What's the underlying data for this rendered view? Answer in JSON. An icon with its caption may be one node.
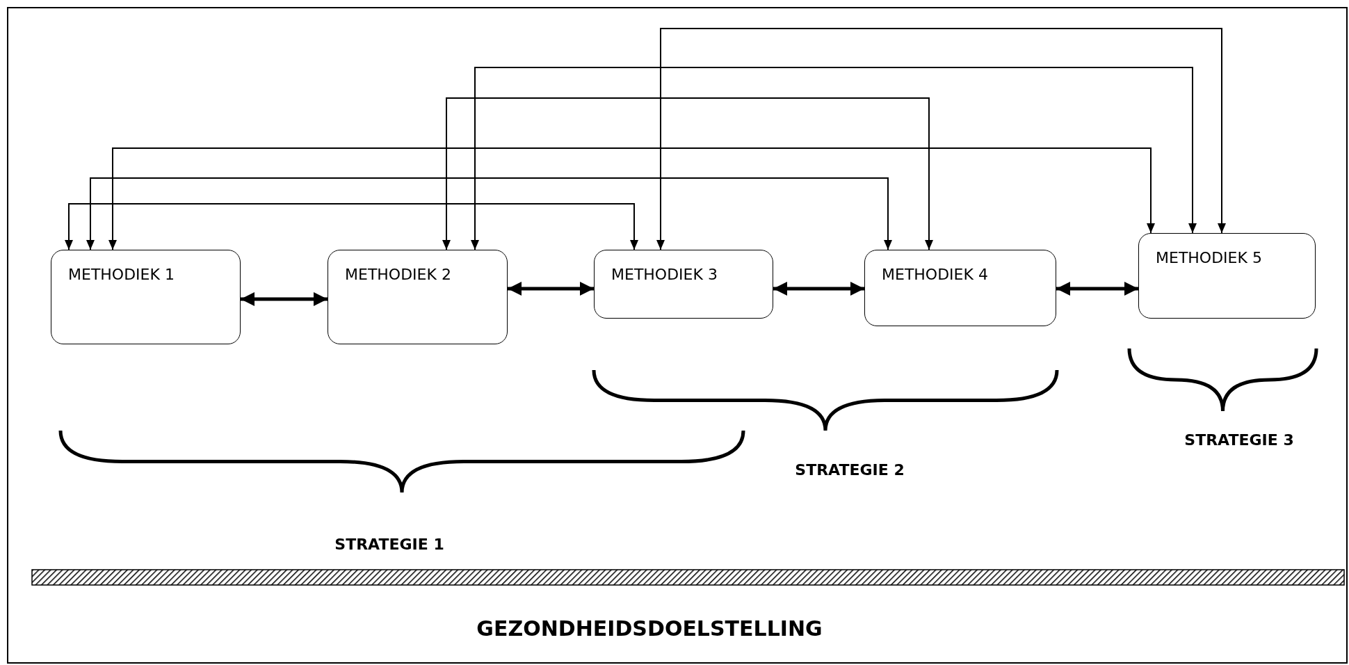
{
  "diagram": {
    "nodes": [
      {
        "text": [
          "METHODIEK 1"
        ]
      },
      {
        "text": [
          "METHODIEK 2"
        ]
      },
      {
        "text": [
          "METHODIEK 3"
        ]
      },
      {
        "text": [
          "METHODIEK 4"
        ]
      },
      {
        "text": [
          "METHODIEK 5"
        ]
      },
      {
        "text": [],
        "shape": "bar"
      }
    ],
    "edges": [
      {
        "from": 0,
        "to": 1,
        "arrow": "both",
        "style": "thick"
      },
      {
        "from": 1,
        "to": 2,
        "arrow": "both",
        "style": "thick"
      },
      {
        "from": 2,
        "to": 3,
        "arrow": "both",
        "style": "thick"
      },
      {
        "from": 3,
        "to": 4,
        "arrow": "both",
        "style": "thick"
      },
      {
        "from": 0,
        "to": 2,
        "arrow": "both"
      },
      {
        "from": 0,
        "to": 3,
        "arrow": "both"
      },
      {
        "from": 0,
        "to": 4,
        "arrow": "both"
      },
      {
        "from": 1,
        "to": 3,
        "arrow": "both"
      },
      {
        "from": 1,
        "to": 4,
        "arrow": "both"
      },
      {
        "from": 2,
        "to": 4,
        "arrow": "both"
      }
    ],
    "labels": [
      "STRATEGIE 3",
      "STRATEGIE 2",
      "STRATEGIE 1",
      "GEZONDHEIDSDOELSTELLING"
    ]
  }
}
